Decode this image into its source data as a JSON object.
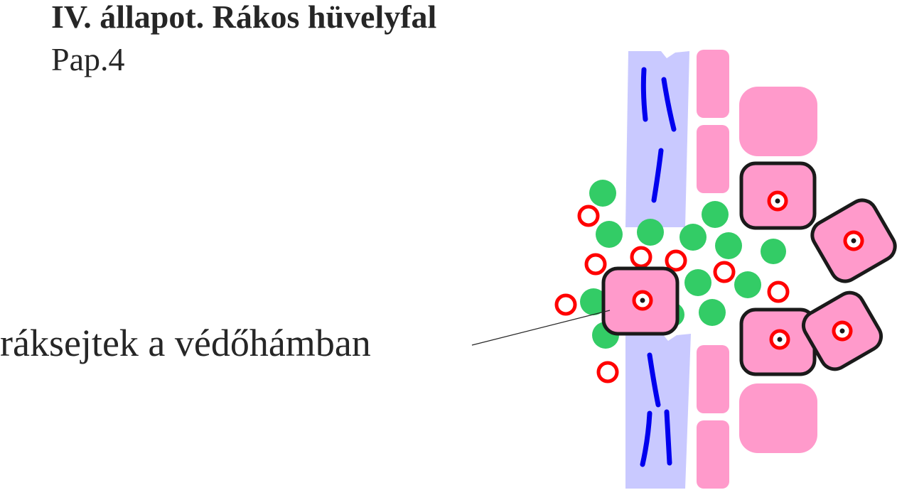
{
  "title": "IV. állapot. Rákos hüvelyfal",
  "subtitle": "Pap.4",
  "annotation": {
    "label": "ráksejtek a védőhámban"
  },
  "colors": {
    "vessel": "#c9c9ff",
    "vessel_stroke": "#0000ee",
    "epithelium": "#ff9acb",
    "cell_border": "#1a1a1a",
    "nucleus_ring": "#ff0000",
    "green_cells": "#33cc66",
    "red_rings": "#ff0000"
  }
}
